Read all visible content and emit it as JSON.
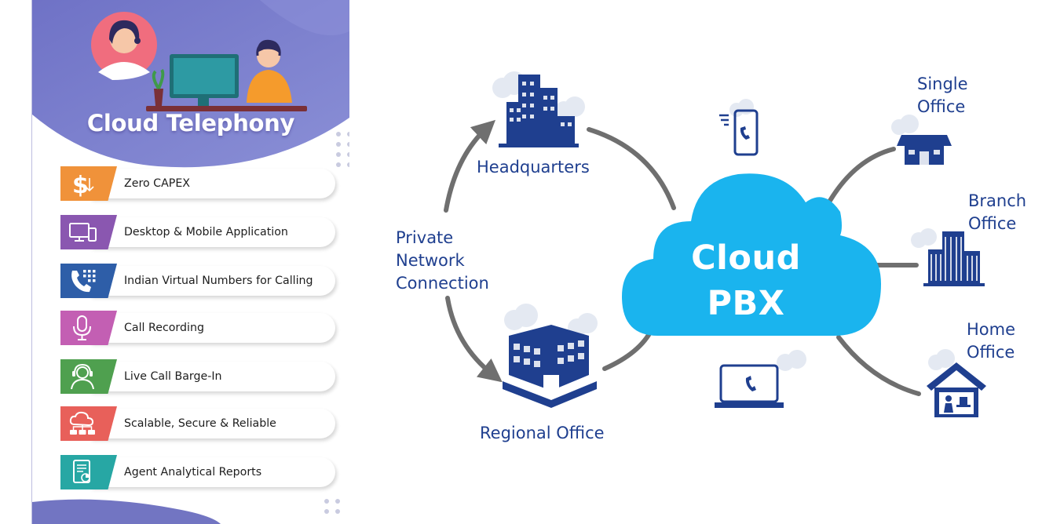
{
  "left_panel": {
    "title": "Cloud Telephony",
    "features": [
      {
        "label": "Zero CAPEX",
        "icon": "dollar-icon",
        "color": "#f0923a"
      },
      {
        "label": "Desktop & Mobile Application",
        "icon": "devices-icon",
        "color": "#8a57b0"
      },
      {
        "label": "Indian Virtual Numbers for Calling",
        "icon": "phone-keypad-icon",
        "color": "#2e5ea8"
      },
      {
        "label": "Call Recording",
        "icon": "microphone-icon",
        "color": "#c35fb3"
      },
      {
        "label": "Live Call Barge-In",
        "icon": "headset-agent-icon",
        "color": "#4fa04f"
      },
      {
        "label": "Scalable, Secure & Reliable",
        "icon": "cloud-network-icon",
        "color": "#e8605a"
      },
      {
        "label": "Agent Analytical Reports",
        "icon": "report-icon",
        "color": "#27a7a4"
      }
    ]
  },
  "diagram": {
    "cloud": {
      "line1": "Cloud",
      "line2": "PBX"
    },
    "nodes": {
      "headquarters": "Headquarters",
      "regional_office": "Regional Office",
      "private_network": [
        "Private",
        "Network",
        "Connection"
      ],
      "single_office": [
        "Single",
        "Office"
      ],
      "branch_office": [
        "Branch",
        "Office"
      ],
      "home_office": [
        "Home",
        "Office"
      ]
    }
  },
  "colors": {
    "panel_purple": "#7275c2",
    "cloud_blue": "#1ab4ee",
    "icon_navy": "#1f3f8f",
    "connector_gray": "#6f6f6f"
  }
}
